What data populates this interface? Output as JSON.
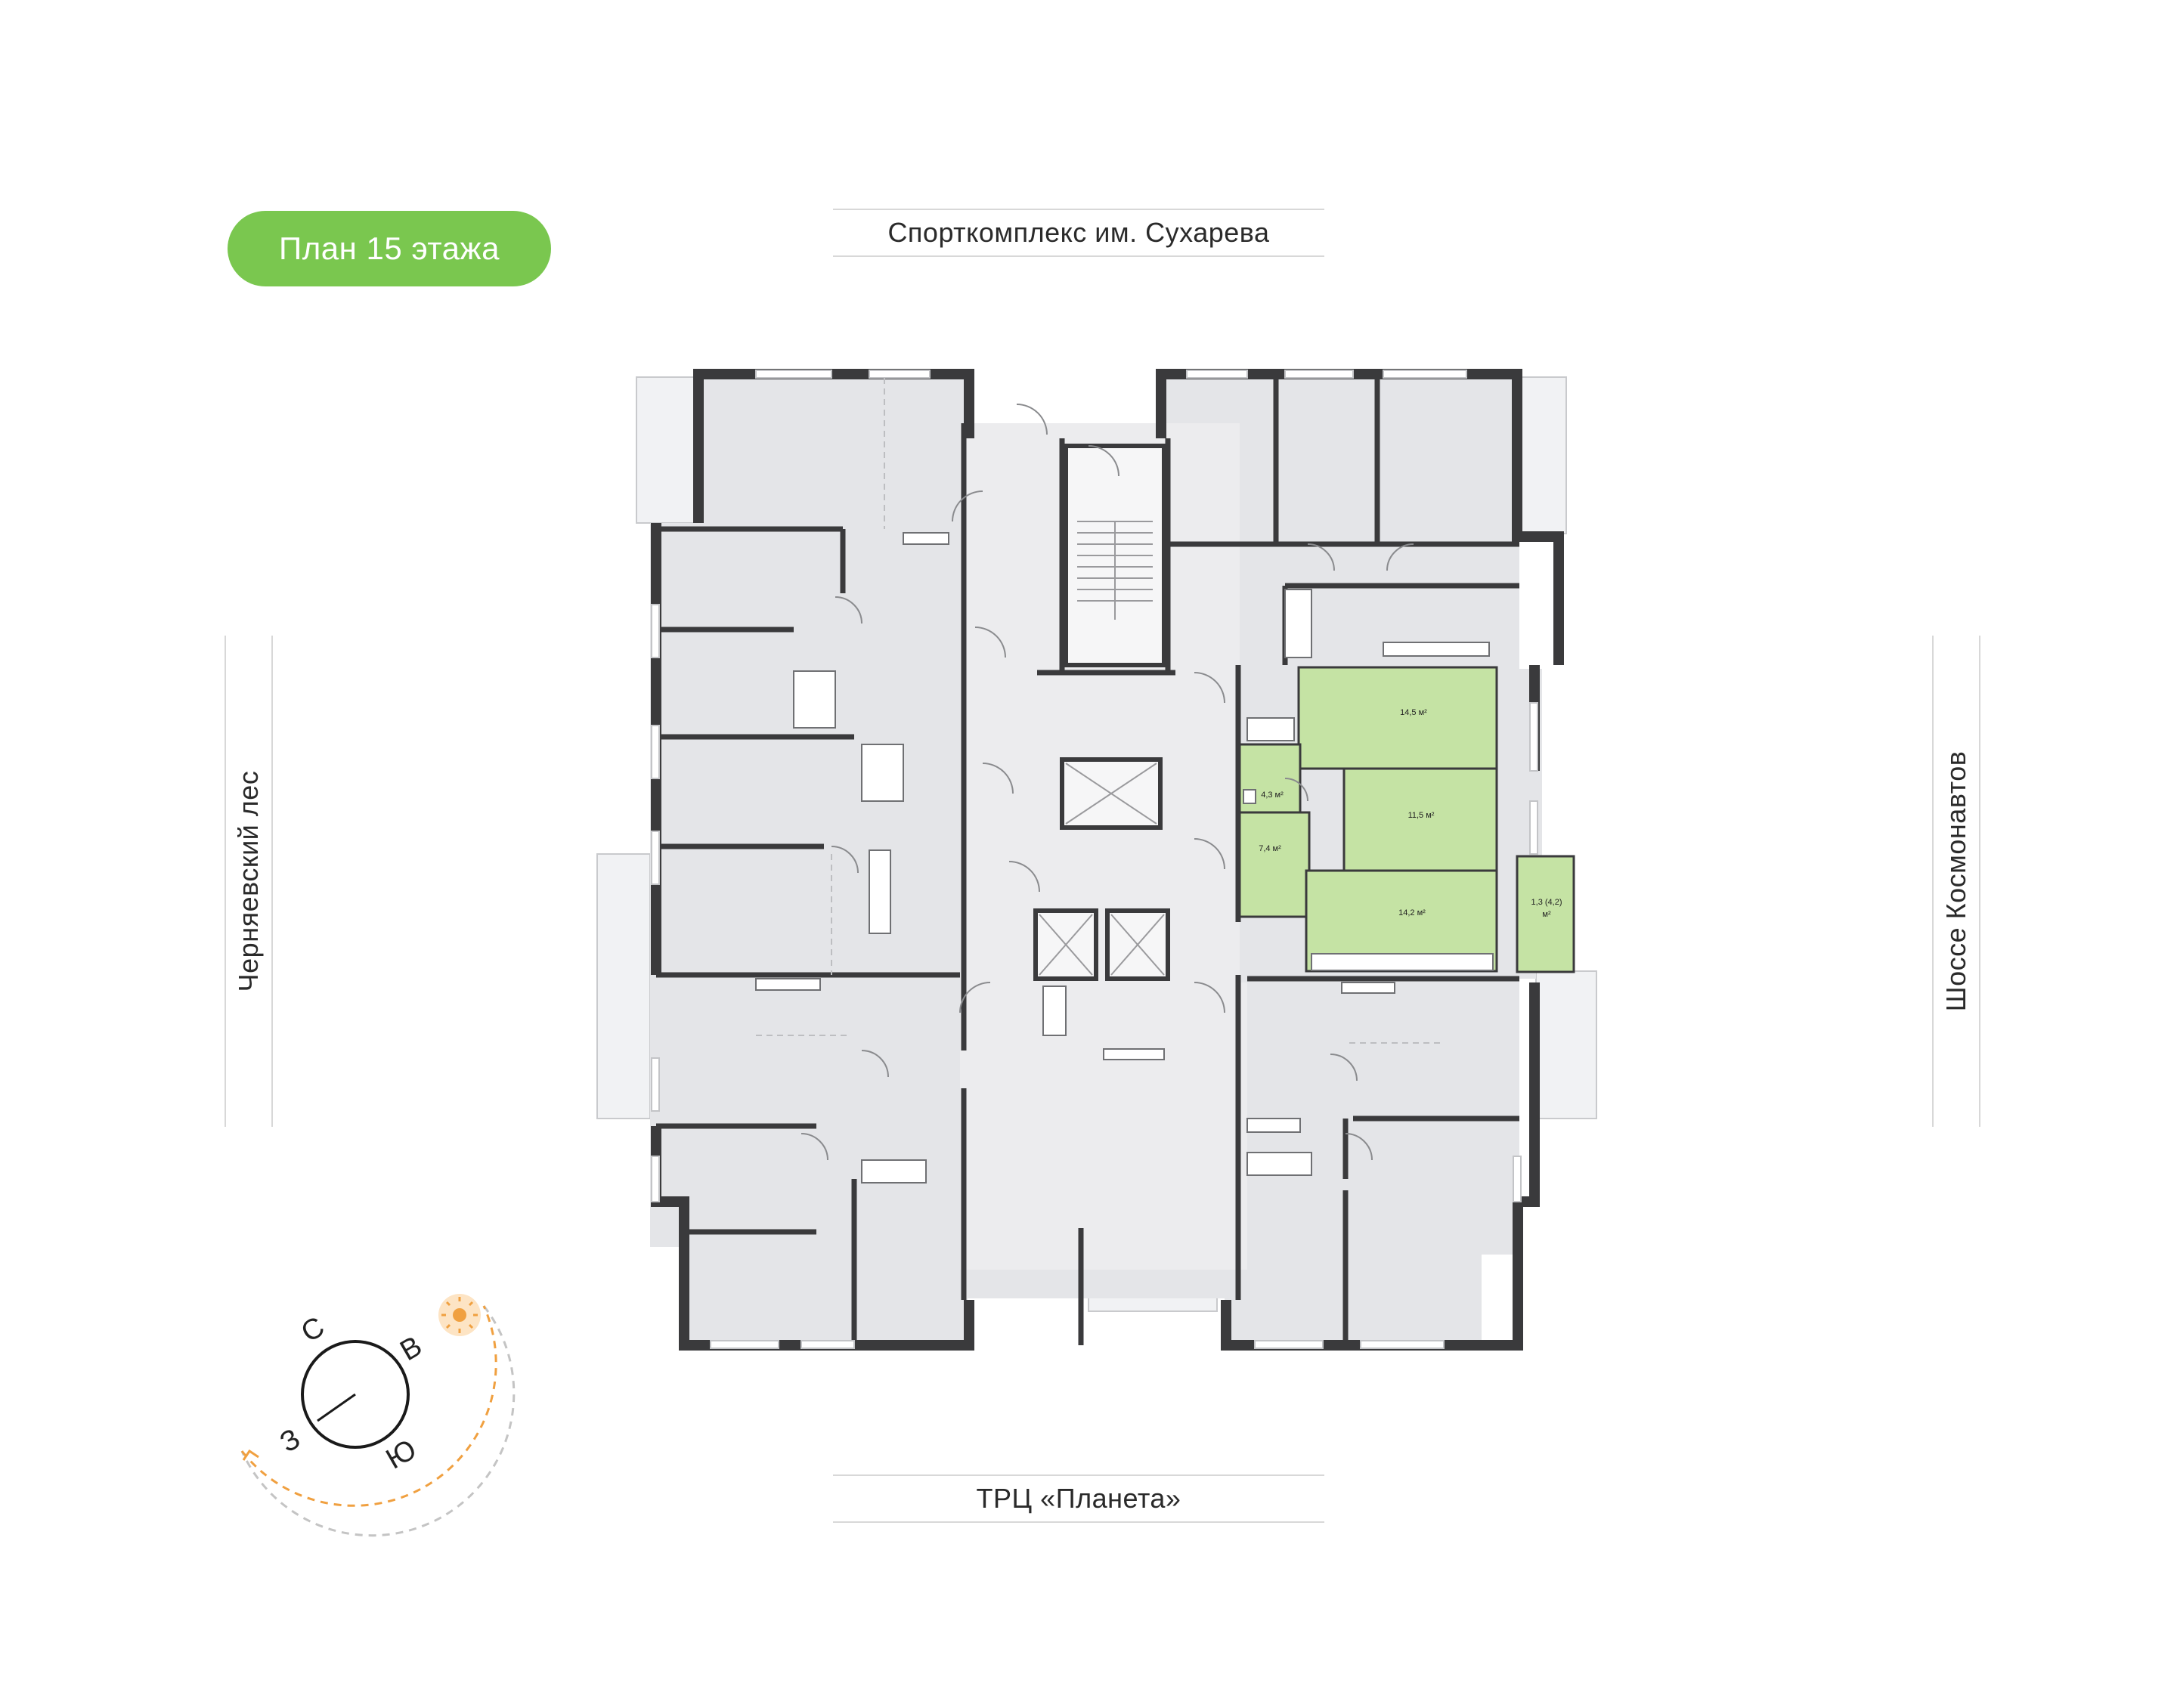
{
  "header": {
    "floor_label": "План 15 этажа"
  },
  "streets": {
    "north": "Спорткомплекс им. Сухарева",
    "south": "ТРЦ «Планета»",
    "west": "Черняевский лес",
    "east": "Шоссе Космонавтов"
  },
  "apartment": {
    "highlight_color": "#c5e3a4",
    "rooms": [
      {
        "area": "14,5 м²"
      },
      {
        "area": "4,3 м²"
      },
      {
        "area": "11,5 м²"
      },
      {
        "area": "7,4 м²"
      },
      {
        "area": "14,2 м²"
      },
      {
        "area": "1,3 (4,2)"
      },
      {
        "area": "м²"
      }
    ]
  },
  "compass": {
    "north": "С",
    "east": "В",
    "south": "Ю",
    "west": "З"
  },
  "colors": {
    "accent": "#7ac74f",
    "wall": "#3a3a3c",
    "room": "#e4e5e8",
    "sun": "#f0a040"
  }
}
